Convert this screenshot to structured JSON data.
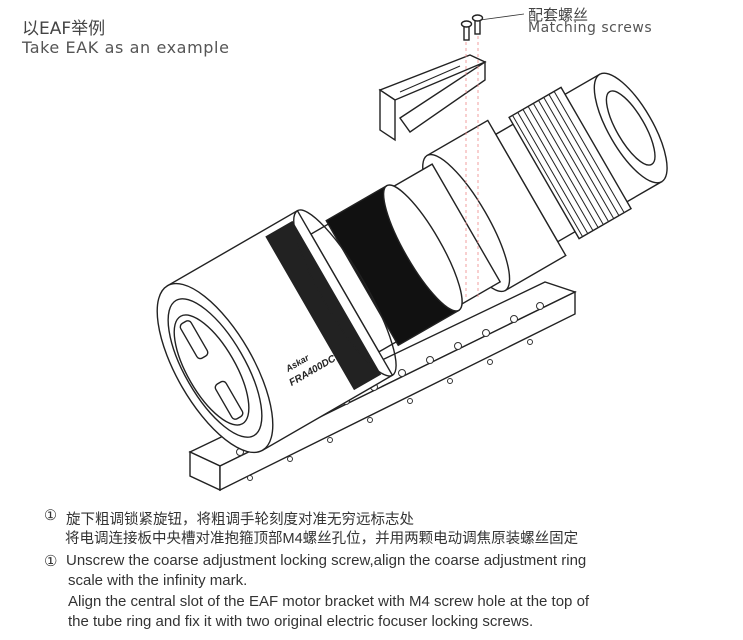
{
  "header": {
    "title_cn": "以EAF举例",
    "title_en": "Take EAK as an example"
  },
  "callout": {
    "label_cn": "配套螺丝",
    "label_en": "Matching screws"
  },
  "lens_labels": {
    "brand": "Askar",
    "model": "FRA400DC"
  },
  "instructions": {
    "marker": "①",
    "cn_line1": "旋下粗调锁紧旋钮，将粗调手轮刻度对准无穷远标志处",
    "cn_line2": "将电调连接板中央槽对准抱箍顶部M4螺丝孔位，并用两颗电动调焦原装螺丝固定",
    "en_line1": "Unscrew the coarse adjustment locking screw,align the coarse adjustment ring",
    "en_line2": "scale with the infinity mark.",
    "en_line3": "Align the central slot of the EAF motor bracket with M4 screw hole at the top of",
    "en_line4": "the tube ring and fix it with two original electric focuser locking screws."
  }
}
